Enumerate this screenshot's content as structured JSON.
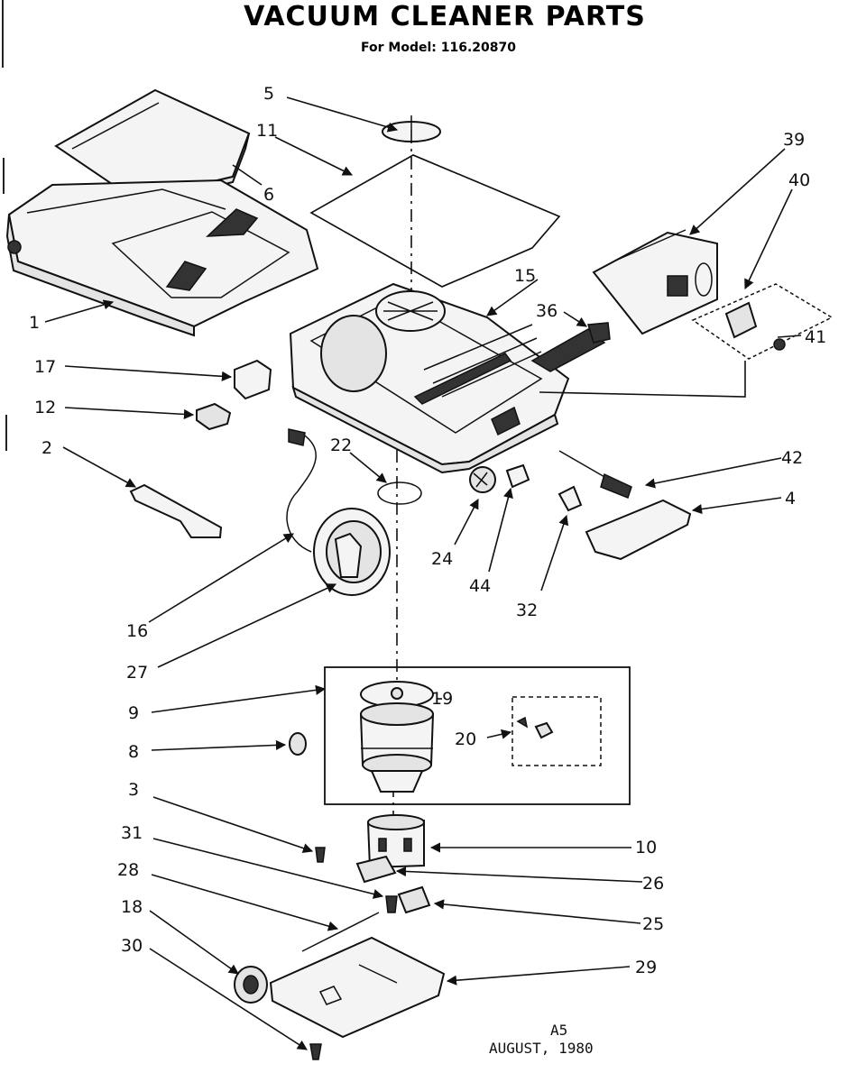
{
  "title": "VACUUM CLEANER PARTS",
  "subtitle": "For Model: 116.20870",
  "footer": {
    "code": "A5",
    "date": "AUGUST, 1980"
  },
  "labels": {
    "p1": "1",
    "p2": "2",
    "p3": "3",
    "p4": "4",
    "p5": "5",
    "p6": "6",
    "p8": "8",
    "p9": "9",
    "p10": "10",
    "p11": "11",
    "p12": "12",
    "p15": "15",
    "p16": "16",
    "p17": "17",
    "p18": "18",
    "p19": "19",
    "p20": "20",
    "p22": "22",
    "p24": "24",
    "p25": "25",
    "p26": "26",
    "p27": "27",
    "p28": "28",
    "p29": "29",
    "p30": "30",
    "p31": "31",
    "p32": "32",
    "p36": "36",
    "p39": "39",
    "p40": "40",
    "p41": "41",
    "p42": "42",
    "p44": "44"
  }
}
